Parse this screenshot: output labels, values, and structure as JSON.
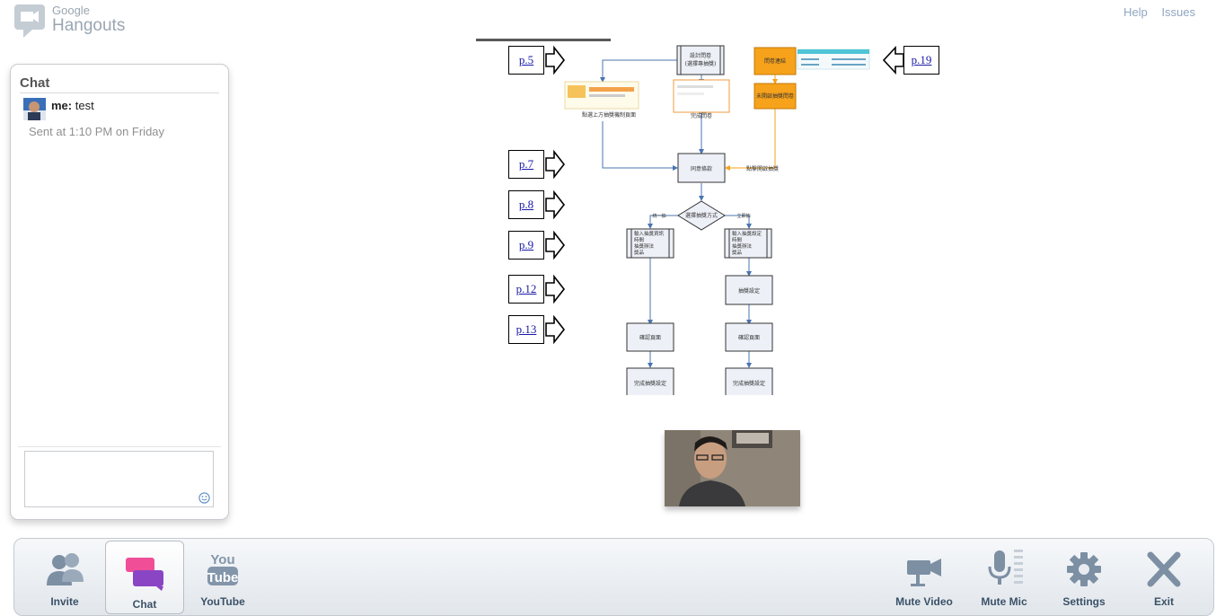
{
  "app": {
    "logo_small": "Google",
    "logo_big": "Hangouts"
  },
  "top_links": {
    "help": "Help",
    "issues": "Issues"
  },
  "chat": {
    "title": "Chat",
    "message": {
      "sender": "me:",
      "text": "test",
      "sent": "Sent at 1:10 PM on Friday"
    },
    "compose_placeholder": ""
  },
  "shared_doc": {
    "page_refs": [
      "p.5",
      "p.7",
      "p.8",
      "p.9",
      "p.12",
      "p.13",
      "p.19"
    ],
    "nodes": {
      "design": "設計問卷",
      "design_sub": "(選擇專抽獎)",
      "publish": "問卷連結",
      "closed": "未開啟抽獎問卷",
      "banner": "點選上方抽獎機制頁面",
      "done_q": "完成問卷",
      "agree": "同意條款",
      "open_lottery": "點擊開啟抽獎",
      "choose": "選擇抽獎方式",
      "branch_left": "統一抽",
      "branch_right": "立即抽",
      "input_left": [
        "輸入抽獎資訊",
        "時間",
        "抽獎辦法",
        "獎品"
      ],
      "input_right": [
        "輸入抽獎設定",
        "時間",
        "抽獎辦法",
        "獎品"
      ],
      "prize_set": "抽獎設定",
      "confirm": "確認頁面",
      "finish": "完成抽獎設定"
    }
  },
  "toolbar": {
    "invite": "Invite",
    "chat": "Chat",
    "youtube": "YouTube",
    "youtube_logo_top": "You",
    "youtube_logo_bottom": "Tube",
    "mute_video": "Mute Video",
    "mute_mic": "Mute Mic",
    "settings": "Settings",
    "exit": "Exit"
  },
  "colors": {
    "accent_orange": "#f7a21b",
    "link_blue": "#1a1aa8",
    "toolbar_text": "#3b5168",
    "chat_active": "#e8458f"
  }
}
